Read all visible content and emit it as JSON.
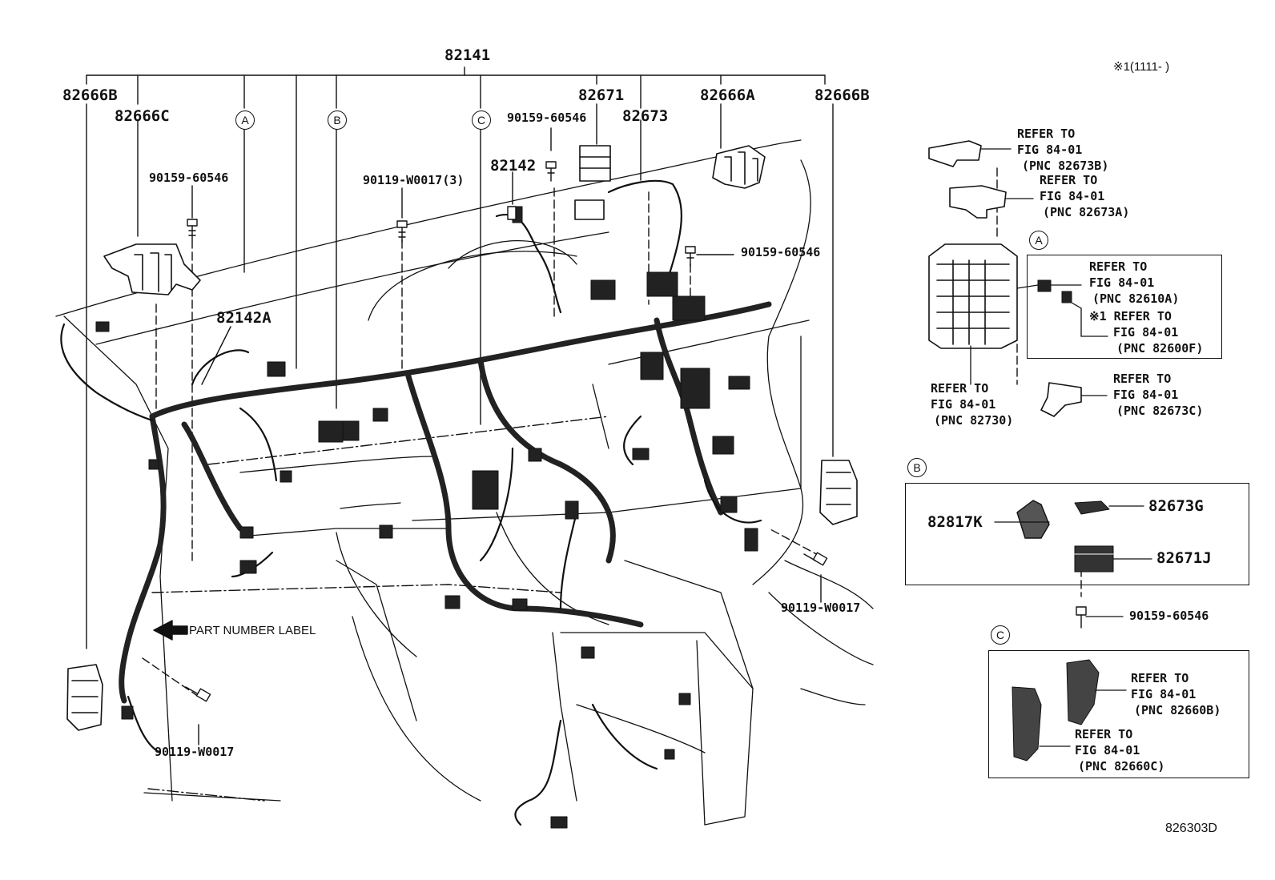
{
  "labels": {
    "p82141": "82141",
    "p82666B_left": "82666B",
    "p82666C": "82666C",
    "p90159_a": "90159-60546",
    "p90119_w3": "90119-W0017(3)",
    "p82142": "82142",
    "p90159_b": "90159-60546",
    "p82671": "82671",
    "p82673": "82673",
    "p82666A": "82666A",
    "p82666B_right": "82666B",
    "p90159_c": "90159-60546",
    "p82142A": "82142A",
    "p90119_right": "90119-W0017",
    "p90119_left": "90119-W0017",
    "part_number_label": "PART NUMBER LABEL",
    "note_range": "※1(1111-    )",
    "figure_code": "826303D"
  },
  "callouts": {
    "A": "A",
    "B": "B",
    "C": "C"
  },
  "refer": {
    "r1": {
      "line1": "REFER TO",
      "line2": "FIG 84-01",
      "line3": "(PNC 82673B)"
    },
    "r2": {
      "line1": "REFER TO",
      "line2": "FIG 84-01",
      "line3": "(PNC 82673A)"
    },
    "r3": {
      "line1": "REFER TO",
      "line2": "FIG 84-01",
      "line3": "(PNC 82610A)"
    },
    "r4": {
      "line1": "※1 REFER TO",
      "line2": "FIG 84-01",
      "line3": "(PNC 82600F)"
    },
    "r5": {
      "line1": "REFER TO",
      "line2": "FIG 84-01",
      "line3": "(PNC 82730)"
    },
    "r6": {
      "line1": "REFER TO",
      "line2": "FIG 84-01",
      "line3": "(PNC 82673C)"
    },
    "r7": {
      "line1": "REFER TO",
      "line2": "FIG 84-01",
      "line3": "(PNC 82660B)"
    },
    "r8": {
      "line1": "REFER TO",
      "line2": "FIG 84-01",
      "line3": "(PNC 82660C)"
    }
  },
  "detail_b": {
    "p82817K": "82817K",
    "p82673G": "82673G",
    "p82671J": "82671J",
    "p90159": "90159-60546"
  }
}
